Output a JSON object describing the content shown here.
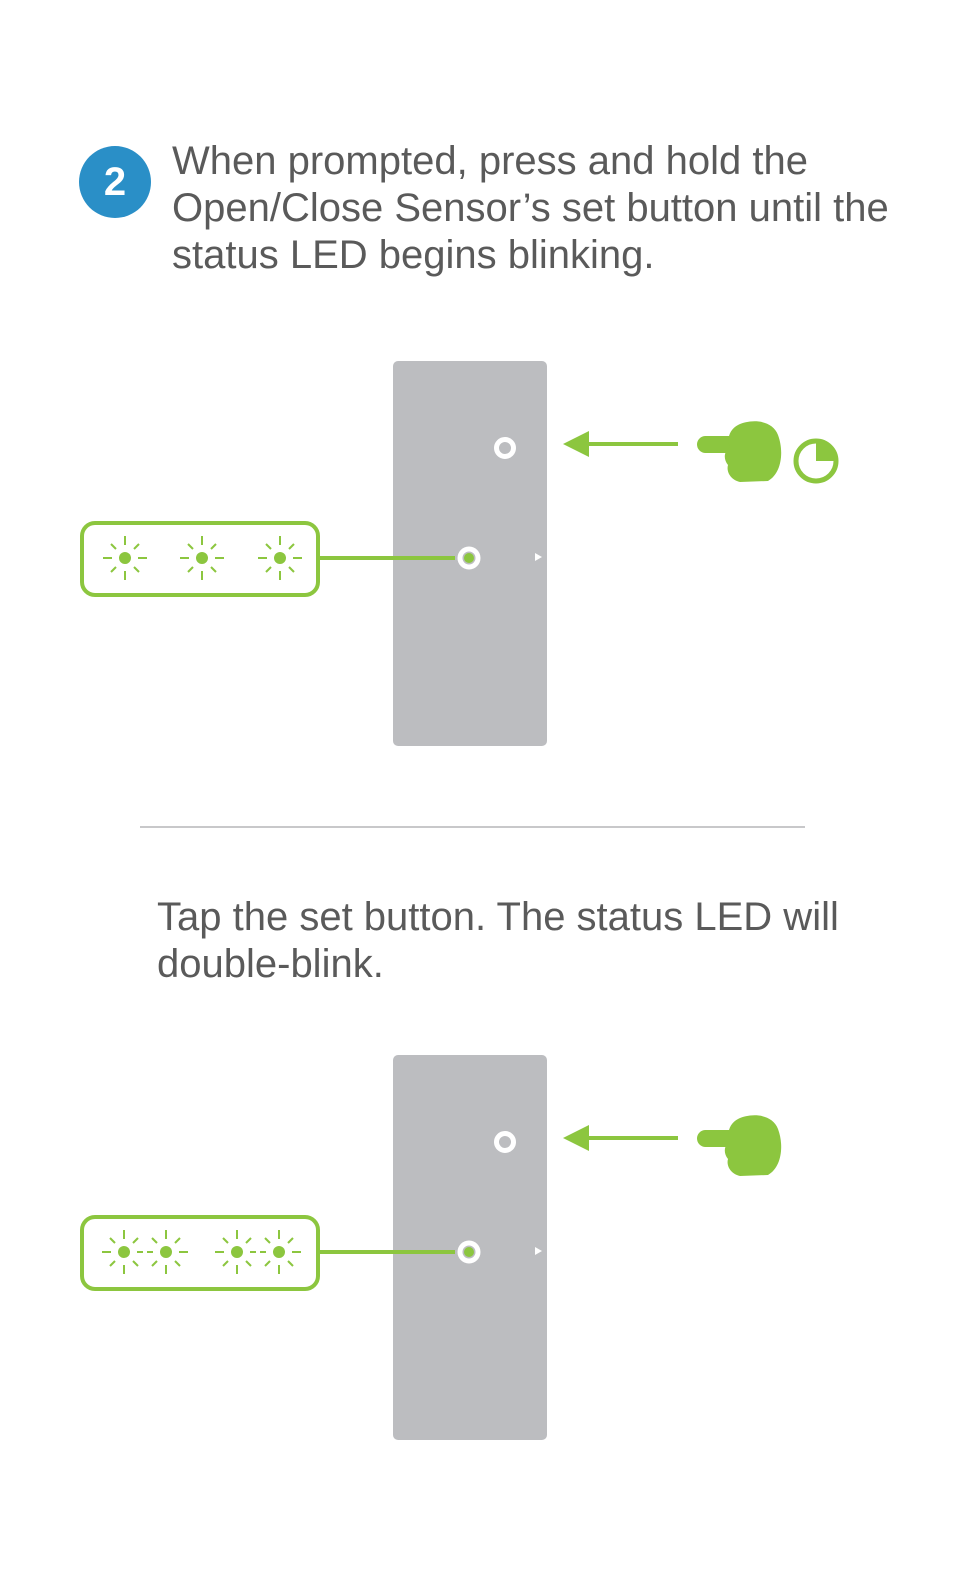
{
  "step": {
    "number": "2",
    "instruction": "When prompted, press and hold the Open/Close Sensor’s set button until the status LED begins blinking."
  },
  "sub_step": {
    "instruction": "Tap the set button. The status LED will double-blink."
  },
  "colors": {
    "accent_green": "#8cc63f",
    "badge_blue": "#2a8fc7",
    "sensor_gray": "#bcbdc0",
    "text_gray": "#5a5a5a",
    "divider_gray": "#c8c8ca"
  },
  "icons": {
    "hold_action": [
      "pointing-hand-icon",
      "clock-icon"
    ],
    "tap_action": [
      "pointing-hand-icon"
    ],
    "led_pattern_1": "blink-icon",
    "led_pattern_2": "double-blink-icon"
  }
}
